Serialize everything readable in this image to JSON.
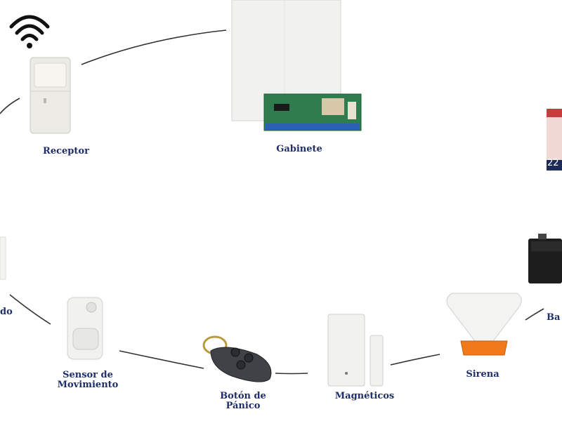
{
  "nodes": {
    "receptor": {
      "label": "Receptor"
    },
    "gabinete": {
      "label": "Gabinete"
    },
    "sensor": {
      "label_line1": "Sensor de",
      "label_line2": "Movimiento"
    },
    "boton": {
      "label_line1": "Botón de",
      "label_line2": "Pánico"
    },
    "magneticos": {
      "label": "Magnéticos"
    },
    "sirena": {
      "label": "Sirena"
    },
    "teclado": {
      "label_partial": "do"
    },
    "bateria": {
      "label_partial": "Ba"
    },
    "display": {
      "text_partial": "22"
    }
  },
  "colors": {
    "label": "#1f2d6b",
    "connector": "#333333"
  }
}
